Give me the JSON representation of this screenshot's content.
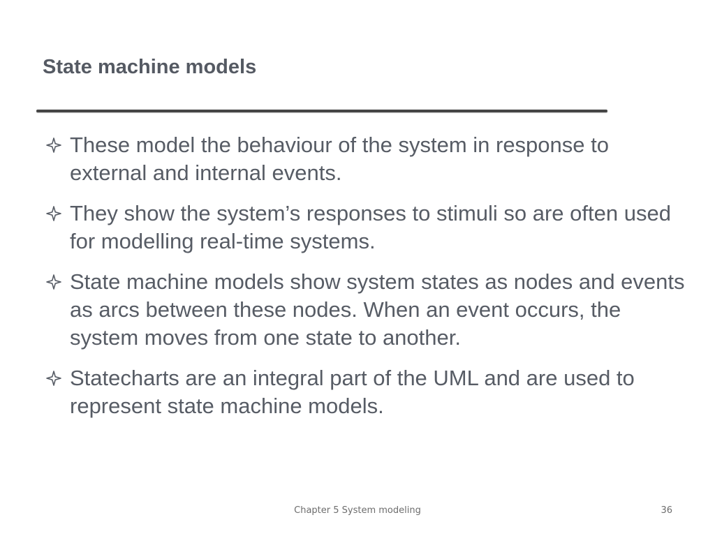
{
  "slide": {
    "title": "State machine models",
    "bullet_icon": "four-point-star-outline-icon",
    "text_color": "#575c65",
    "title_color": "#555a63",
    "bullets": [
      {
        "text": "These model the behaviour of the system in response to external and internal events."
      },
      {
        "text": "They show the system’s responses to stimuli so are often used for modelling real-time systems."
      },
      {
        "text": "State machine models show system states as nodes and events as arcs between these nodes. When an event occurs, the system moves from one state to another."
      },
      {
        "text": "Statecharts are an integral part of the UML and are used to represent state machine models."
      }
    ]
  },
  "footer": {
    "text": "Chapter 5 System modeling",
    "page_number": "36"
  }
}
